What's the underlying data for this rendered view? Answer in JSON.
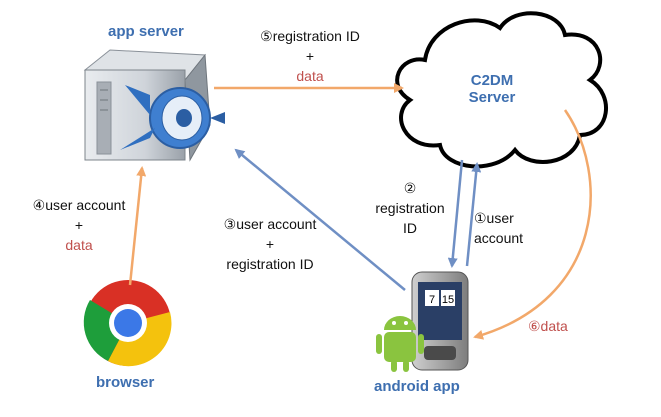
{
  "nodes": {
    "app_server": "app server",
    "c2dm_line1": "C2DM",
    "c2dm_line2": "Server",
    "browser": "browser",
    "android_app": "android app"
  },
  "edges": {
    "step1": {
      "line1": "①user",
      "line2": "account"
    },
    "step2": {
      "num": "②",
      "line1": "registration",
      "line2": "ID"
    },
    "step3": {
      "line1": "③user account",
      "line2": "+",
      "line3": "registration ID"
    },
    "step4": {
      "line1": "④user account",
      "line2": "+",
      "line3": "data"
    },
    "step5": {
      "line1": "⑤registration ID",
      "line2": "+",
      "line3": "data"
    },
    "step6": {
      "label": "⑥data"
    }
  },
  "device_clock": {
    "hour": "7",
    "minute": "15"
  },
  "colors": {
    "orange_arrow": "#f2a86a",
    "blue_arrow": "#6f8fc4",
    "node_title": "#3e6fb0",
    "data_text": "#c0504d"
  }
}
